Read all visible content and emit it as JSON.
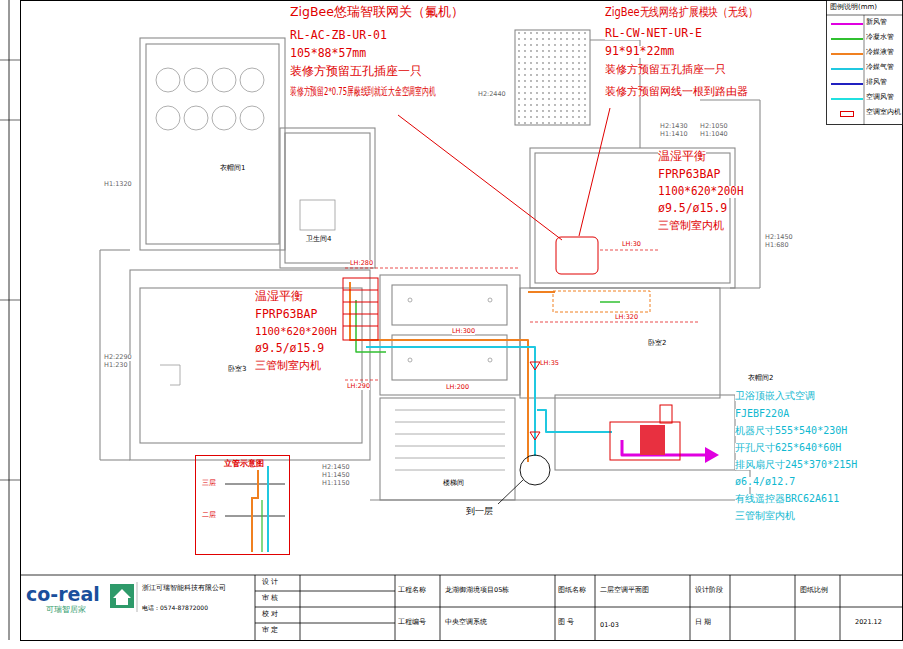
{
  "diagram": {
    "nodes": [
      {
        "text": [
          "立管示意图",
          "三层",
          "二层"
        ]
      }
    ],
    "labels": [
      "ZigBee悠瑞智联网关（氟机）",
      "RL-AC-ZB-UR-01",
      "105*88*57mm",
      "装修方预留五孔插座一只",
      "装修方预留2*0.75屏蔽线到就近大金空调室内机",
      "ZigBee无线网络扩展模块（无线）",
      "RL-CW-NET-UR-E",
      "91*91*22mm",
      "装修方预留五孔插座一只",
      "装修方预留网线一根到路由器",
      "温湿平衡",
      "FPRP63BAP",
      "1100*620*200H",
      "ø9.5/ø15.9",
      "三管制室内机",
      "温湿平衡",
      "FPRP63BAP",
      "1100*620*200H",
      "ø9.5/ø15.9",
      "三管制室内机",
      "卫浴顶嵌入式空调",
      "FJEBF220A",
      "机器尺寸555*540*230H",
      "开孔尺寸625*640*60H",
      "排风扇尺寸245*370*215H",
      "ø6.4/ø12.7",
      "有线遥控器BRC62A611",
      "三管制室内机",
      "到一层",
      "衣帽间1",
      "卫生间4",
      "卧室3",
      "卧室2",
      "衣帽间2",
      "楼梯间",
      "H1:1320",
      "H2:2440",
      "H2:1430",
      "H1:1410",
      "H2:1050",
      "H1:1040",
      "H2:1450",
      "H1:680",
      "H2:2290",
      "H1:230",
      "H2:1450",
      "H1:1450",
      "H1:1150",
      "LH:280",
      "LH:290",
      "LH:300",
      "LH:200",
      "LH:35",
      "LH:320",
      "LH:30",
      "图例说明(mm)",
      "co-real",
      "可瑞智居家",
      "浙江可瑞智能科技有限公司",
      "电话：0574-87872000",
      "设 计",
      "审 核",
      "校 对",
      "审 定",
      "工程名称",
      "工程编号",
      "龙湖御湖境项目05栋",
      "中央空调系统",
      "图纸名称",
      "图 号",
      "二层空调平面图",
      "01-03",
      "设计阶段",
      "日 期",
      "图纸比例",
      "2021.12"
    ],
    "legend": [
      {
        "text": "新风管",
        "color": "#e000e0"
      },
      {
        "text": "冷凝水管",
        "color": "#30c030"
      },
      {
        "text": "冷媒液管",
        "color": "#f08020"
      },
      {
        "text": "冷媒气管",
        "color": "#20c8e0"
      },
      {
        "text": "排风管",
        "color": "#2020c0"
      },
      {
        "text": "空调风管",
        "color": "#20e0e0"
      },
      {
        "text": "空调室内机"
      }
    ]
  }
}
